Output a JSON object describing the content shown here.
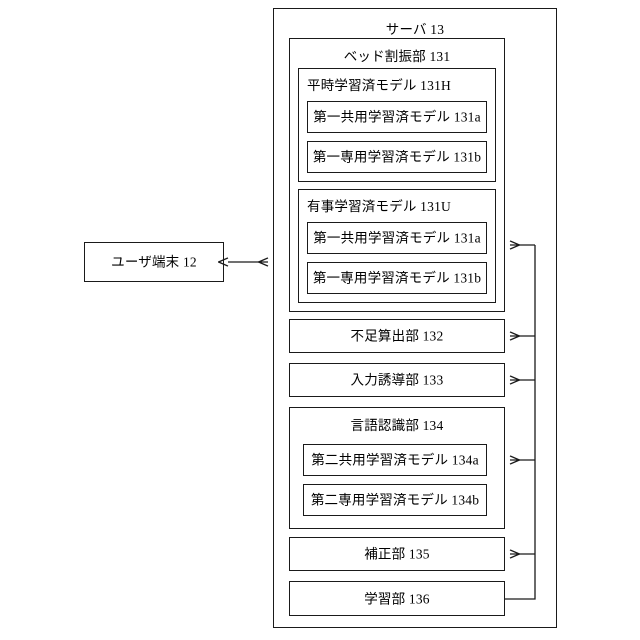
{
  "diagram": {
    "type": "block-diagram",
    "language": "ja",
    "background_color": "#ffffff",
    "line_color": "#1a1a1a"
  },
  "user_terminal": {
    "label": "ユーザ端末 12"
  },
  "server": {
    "label": "サーバ 13",
    "bed_allocation_unit": {
      "label": "ベッド割振部 131",
      "peacetime_model": {
        "label": "平時学習済モデル 131H",
        "models": [
          {
            "label": "第一共用学習済モデル 131a"
          },
          {
            "label": "第一専用学習済モデル 131b"
          }
        ]
      },
      "emergency_model": {
        "label": "有事学習済モデル 131U",
        "models": [
          {
            "label": "第一共用学習済モデル 131a"
          },
          {
            "label": "第一専用学習済モデル 131b"
          }
        ]
      }
    },
    "shortage_calculation_unit": {
      "label": "不足算出部 132"
    },
    "input_guidance_unit": {
      "label": "入力誘導部 133"
    },
    "language_recognition_unit": {
      "label": "言語認識部 134",
      "models": [
        {
          "label": "第二共用学習済モデル 134a"
        },
        {
          "label": "第二専用学習済モデル 134b"
        }
      ]
    },
    "correction_unit": {
      "label": "補正部 135"
    },
    "learning_unit": {
      "label": "学習部 136"
    }
  },
  "connectors": [
    {
      "name": "user-terminal-to-server",
      "kind": "bidirectional-arrow",
      "from": "ユーザ端末 12",
      "to": "サーバ 13"
    },
    {
      "name": "learning-unit-to-bed-allocation-unit",
      "kind": "arrow",
      "from": "学習部 136",
      "to": "ベッド割振部 131"
    },
    {
      "name": "learning-unit-to-shortage-calculation-unit",
      "kind": "arrow",
      "from": "学習部 136",
      "to": "不足算出部 132"
    },
    {
      "name": "learning-unit-to-input-guidance-unit",
      "kind": "arrow",
      "from": "学習部 136",
      "to": "入力誘導部 133"
    },
    {
      "name": "learning-unit-to-language-recognition-unit",
      "kind": "arrow",
      "from": "学習部 136",
      "to": "言語認識部 134"
    },
    {
      "name": "learning-unit-to-correction-unit",
      "kind": "arrow",
      "from": "学習部 136",
      "to": "補正部 135"
    }
  ]
}
